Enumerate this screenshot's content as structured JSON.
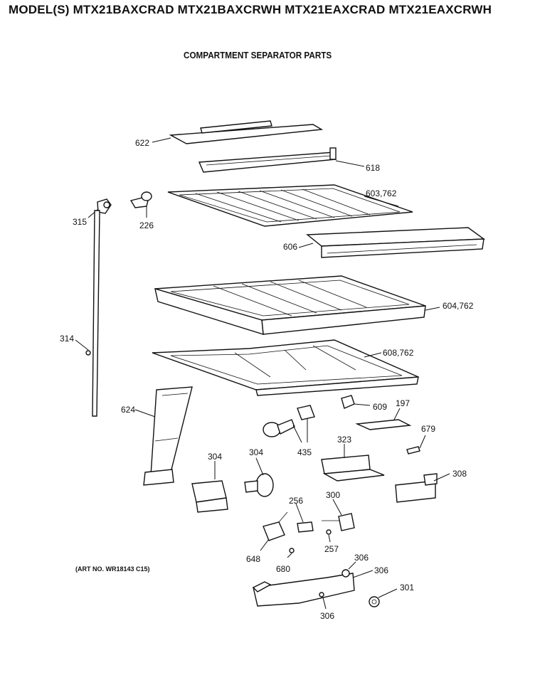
{
  "header": {
    "models": "MODEL(S) MTX21BAXCRAD  MTX21BAXCRWH  MTX21EAXCRAD  MTX21EAXCRWH"
  },
  "subtitle": "COMPARTMENT SEPARATOR PARTS",
  "art_number": "(ART NO. WR18143 C15)",
  "labels": {
    "p622": "622",
    "p618": "618",
    "p603": "603,762",
    "p315": "315",
    "p226": "226",
    "p606": "606",
    "p604": "604,762",
    "p314": "314",
    "p608": "608,762",
    "p624": "624",
    "p609": "609",
    "p197": "197",
    "p679": "679",
    "p323": "323",
    "p435": "435",
    "p304a": "304",
    "p304b": "304",
    "p308": "308",
    "p256": "256",
    "p300": "300",
    "p257": "257",
    "p648": "648",
    "p680": "680",
    "p306a": "306",
    "p306b": "306",
    "p306c": "306",
    "p301": "301"
  }
}
